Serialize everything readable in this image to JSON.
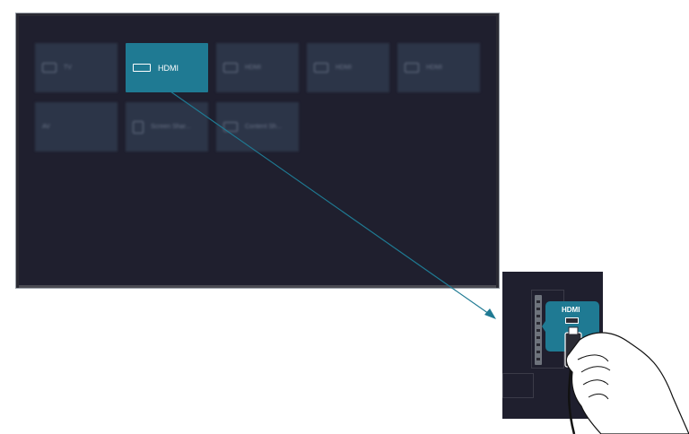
{
  "tiles_row1": [
    {
      "label": "TV",
      "icon": "tv-icon"
    },
    {
      "label": "HDMI",
      "icon": "hdmi-icon",
      "active": true
    },
    {
      "label": "HDMI",
      "icon": "hdmi-icon"
    },
    {
      "label": "HDMI",
      "icon": "hdmi-icon"
    },
    {
      "label": "HDMI",
      "icon": "hdmi-icon"
    }
  ],
  "tiles_row2": [
    {
      "label": "AV",
      "icon": "av-icon"
    },
    {
      "label": "Screen Shar...",
      "icon": "screen-share-icon"
    },
    {
      "label": "Content Sh...",
      "icon": "content-share-icon"
    }
  ],
  "inset": {
    "callout_label": "HDMI"
  },
  "colors": {
    "accent": "#1f7a93",
    "background": "#1f1f2e",
    "tile": "#2c3548"
  }
}
